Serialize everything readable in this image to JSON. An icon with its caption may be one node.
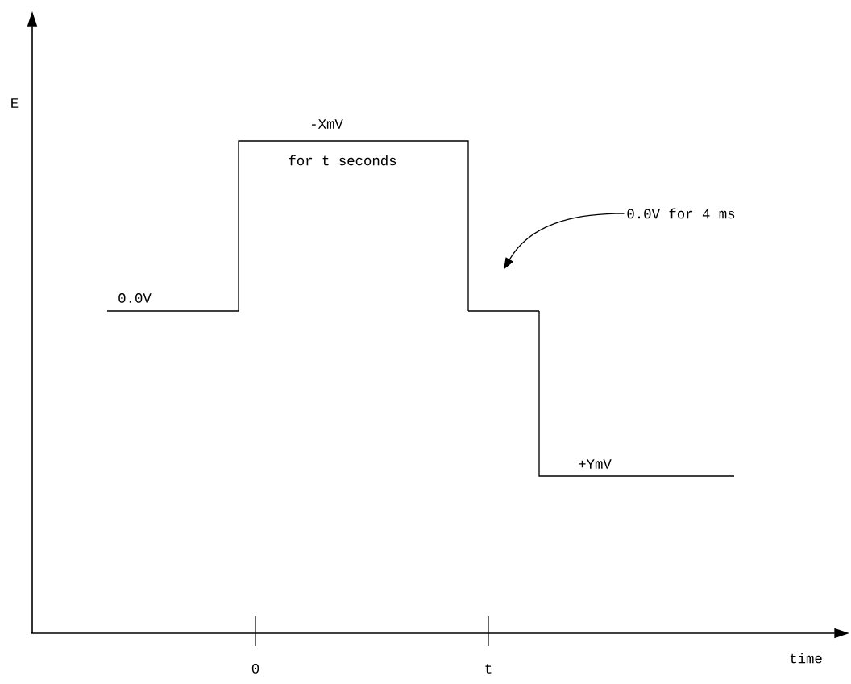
{
  "diagram": {
    "nodes": [
      {
        "text": [
          "0.0V for 4 ms"
        ]
      },
      {
        "text": [],
        "shape": "bar"
      }
    ],
    "edges": [
      {
        "from": 0,
        "to": 1,
        "arrow": "to"
      }
    ],
    "labels": [
      "E",
      "-XmV",
      "for t seconds",
      "0.0V",
      "+YmV",
      "0",
      "t",
      "time"
    ]
  }
}
